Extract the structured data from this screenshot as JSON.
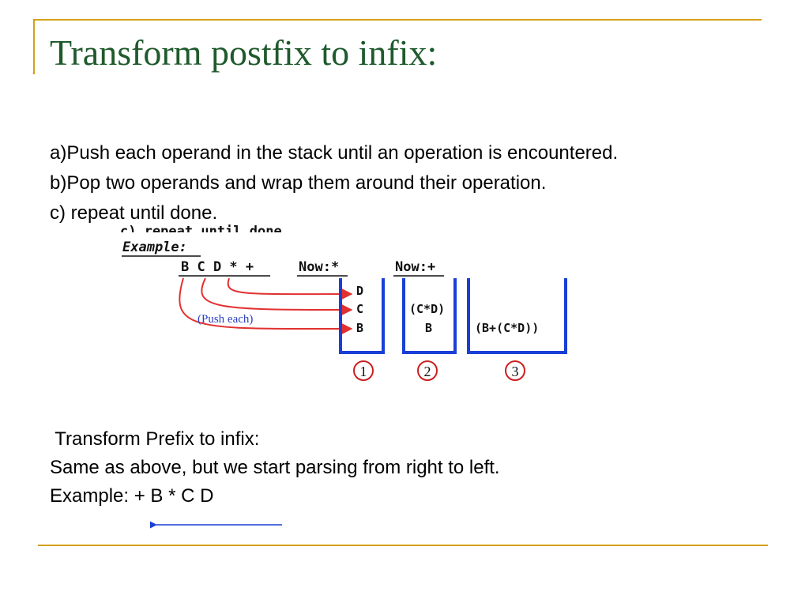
{
  "title": "Transform postfix to infix:",
  "steps": [
    "a)Push each operand in the stack until an operation is encountered.",
    "b)Pop two operands and wrap them around  their operation.",
    "c) repeat until done."
  ],
  "diagram": {
    "cut_text": "c) repeat until done.",
    "example_label": "Example:",
    "expression": "B C D * +",
    "now_1": "Now:*",
    "now_2": "Now:+",
    "push_label": "(Push each)",
    "stack_1": [
      "D",
      "C",
      "B"
    ],
    "stack_2": [
      "(C*D)",
      "B"
    ],
    "stack_3": [
      "(B+(C*D))"
    ],
    "step_numbers": [
      "1",
      "2",
      "3"
    ],
    "colors": {
      "stack": "#1a3fd6",
      "arrow": "#e23030",
      "push_label": "#2b3fc4",
      "circle": "#cc1f1f"
    }
  },
  "prefix": {
    "heading": " Transform Prefix to infix:",
    "line": "Same as above, but we start parsing from right to left.",
    "example": "Example: + B * C D",
    "arrow_color": "#1a3fd6"
  },
  "colors": {
    "title": "#1f5a2c",
    "accent_line": "#d4a017"
  }
}
